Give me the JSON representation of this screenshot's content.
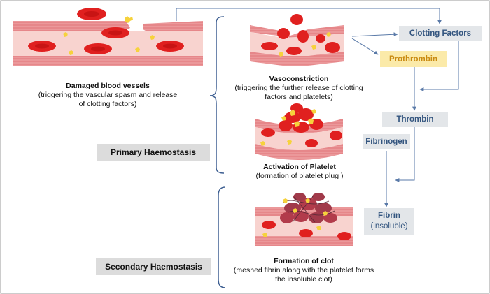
{
  "vessels": {
    "damaged": {
      "title": "Damaged blood vessels",
      "desc1": "(triggering the vascular spasm and release",
      "desc2": "of clotting factors)"
    },
    "vasoconstriction": {
      "title": "Vasoconstriction",
      "desc1": "(triggering the further release of clotting",
      "desc2": "factors and platelets)"
    },
    "platelet": {
      "title": "Activation of Platelet",
      "desc1": "(formation of platelet plug )"
    },
    "clot": {
      "title": "Formation of clot",
      "desc1": "(meshed fibrin along with the platelet forms",
      "desc2": "the insoluble clot)"
    }
  },
  "stages": {
    "primary": "Primary Haemostasis",
    "secondary": "Secondary Haemostasis"
  },
  "cascade": {
    "clotting_factors": "Clotting Factors",
    "prothrombin": "Prothrombin",
    "thrombin": "Thrombin",
    "fibrinogen": "Fibrinogen",
    "fibrin": "Fibrin",
    "fibrin_note": "(insoluble)"
  },
  "colors": {
    "vessel_wall": "#e6878a",
    "vessel_lumen": "#f8d3cf",
    "red_cell": "#e0201f",
    "platelet": "#f6d23c",
    "arrow": "#5a7aa8",
    "bracket": "#3e5f92",
    "gray_box": "#e3e6e9",
    "yellow_box": "#fbeaa9"
  }
}
